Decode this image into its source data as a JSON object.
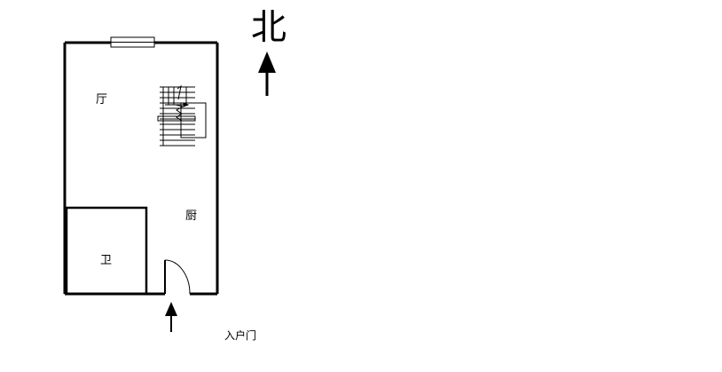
{
  "north_label": "北",
  "rooms": {
    "living": "厅",
    "kitchen": "厨",
    "bathroom": "卫"
  },
  "entrance_label": "入户门",
  "icons": {
    "north_arrow": "north-arrow-icon",
    "entrance_arrow": "entrance-arrow-icon",
    "door": "door-swing-icon",
    "window": "window-icon",
    "stairs": "staircase-icon"
  }
}
